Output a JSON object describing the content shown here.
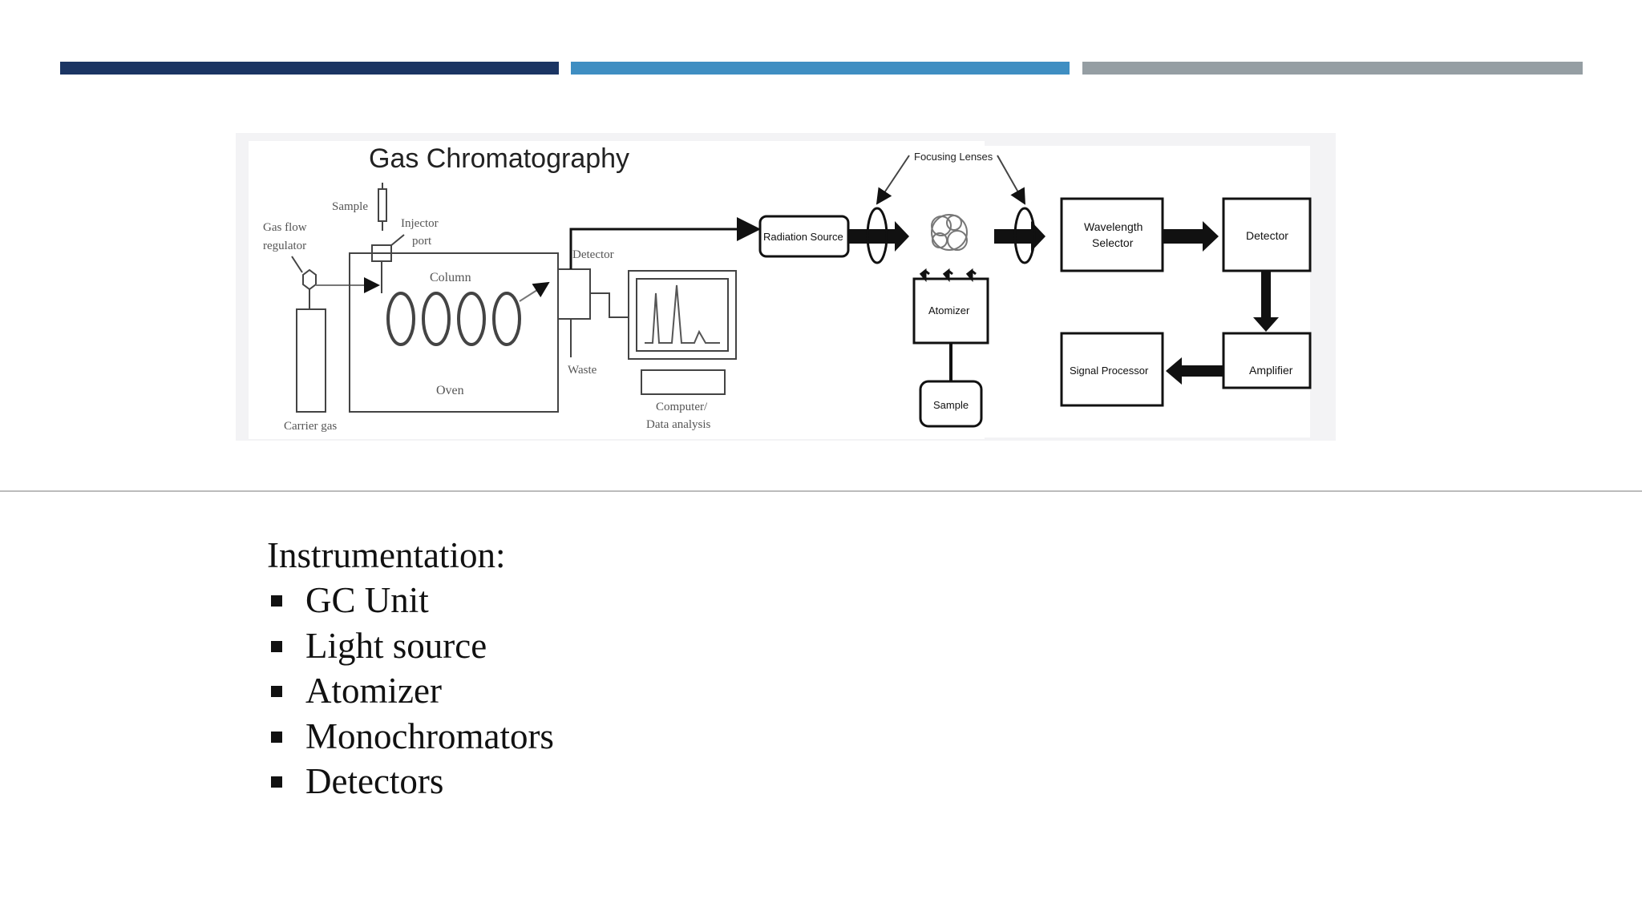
{
  "slide": {
    "accent_colors": [
      "#1b3563",
      "#3f8ec2",
      "#959ea3"
    ]
  },
  "figure": {
    "gc": {
      "title": "Gas Chromatography",
      "labels": {
        "sample": "Sample",
        "injector_1": "Injector",
        "injector_2": "port",
        "gas_flow_1": "Gas flow",
        "gas_flow_2": "regulator",
        "column": "Column",
        "detector": "Detector",
        "waste": "Waste",
        "oven": "Oven",
        "carrier_gas": "Carrier gas",
        "computer_1": "Computer/",
        "computer_2": "Data analysis"
      }
    },
    "aas": {
      "focusing_lenses": "Focusing Lenses",
      "radiation_source": "Radiation Source",
      "wavelength_1": "Wavelength",
      "wavelength_2": "Selector",
      "detector": "Detector",
      "atomizer": "Atomizer",
      "sample": "Sample",
      "signal_processor": "Signal Processor",
      "amplifier": "Amplifier"
    }
  },
  "content": {
    "heading": "Instrumentation:",
    "items": [
      "GC Unit",
      "Light source",
      "Atomizer",
      "Monochromators",
      "Detectors"
    ]
  }
}
